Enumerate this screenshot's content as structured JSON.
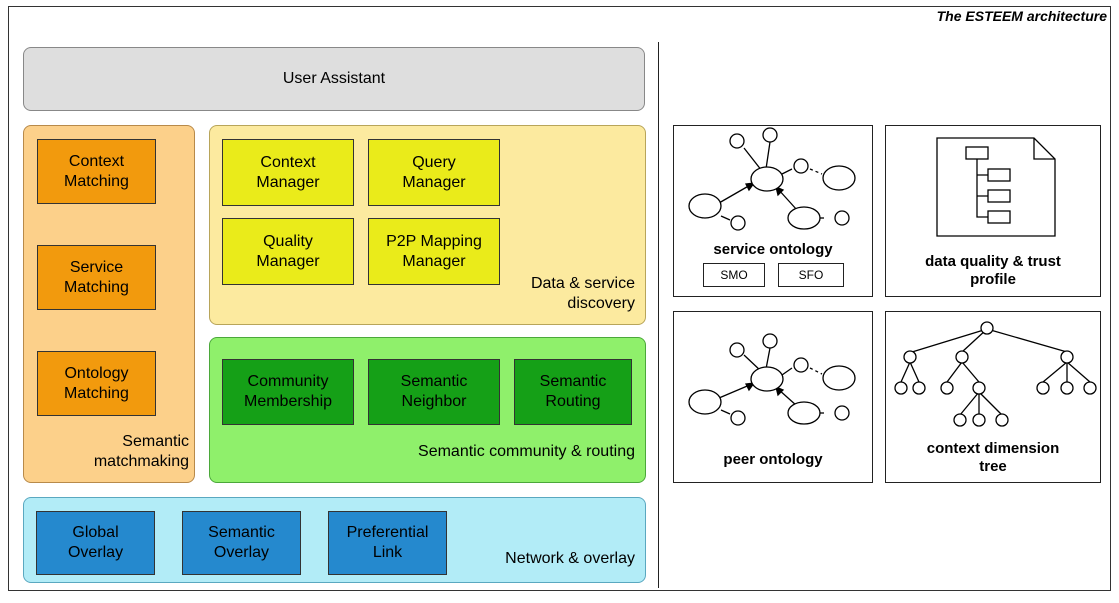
{
  "title": "The ESTEEM architecture",
  "user_assistant": "User Assistant",
  "semantic_matchmaking": {
    "label_line1": "Semantic",
    "label_line2": "matchmaking",
    "modules": [
      {
        "line1": "Context",
        "line2": "Matching"
      },
      {
        "line1": "Service",
        "line2": "Matching"
      },
      {
        "line1": "Ontology",
        "line2": "Matching"
      }
    ]
  },
  "data_service_discovery": {
    "label_line1": "Data & service",
    "label_line2": "discovery",
    "modules": [
      {
        "line1": "Context",
        "line2": "Manager"
      },
      {
        "line1": "Query",
        "line2": "Manager"
      },
      {
        "line1": "Quality",
        "line2": "Manager"
      },
      {
        "line1": "P2P Mapping",
        "line2": "Manager"
      }
    ]
  },
  "semantic_community": {
    "label": "Semantic community & routing",
    "modules": [
      {
        "line1": "Community",
        "line2": "Membership"
      },
      {
        "line1": "Semantic",
        "line2": "Neighbor"
      },
      {
        "line1": "Semantic",
        "line2": "Routing"
      }
    ]
  },
  "network_overlay": {
    "label": "Network & overlay",
    "modules": [
      {
        "line1": "Global",
        "line2": "Overlay"
      },
      {
        "line1": "Semantic",
        "line2": "Overlay"
      },
      {
        "line1": "Preferential",
        "line2": "Link"
      }
    ]
  },
  "panels": {
    "service_ontology": {
      "label": "service ontology",
      "chips": [
        "SMO",
        "SFO"
      ]
    },
    "data_quality": {
      "line1": "data quality & trust",
      "line2": "profile"
    },
    "peer_ontology": {
      "label": "peer ontology"
    },
    "context_dimension": {
      "line1": "context dimension",
      "line2": "tree"
    }
  },
  "colors": {
    "semantic_matchmaking_bg": "#fcd08a",
    "matching_module": "#f29a0d",
    "data_service_bg": "#fcea9f",
    "manager_module": "#eaeb1a",
    "community_bg": "#8ff06b",
    "community_module": "#15a017",
    "network_bg": "#b2ecf7",
    "network_module": "#2589ce",
    "user_assistant_bg": "#dedede"
  }
}
